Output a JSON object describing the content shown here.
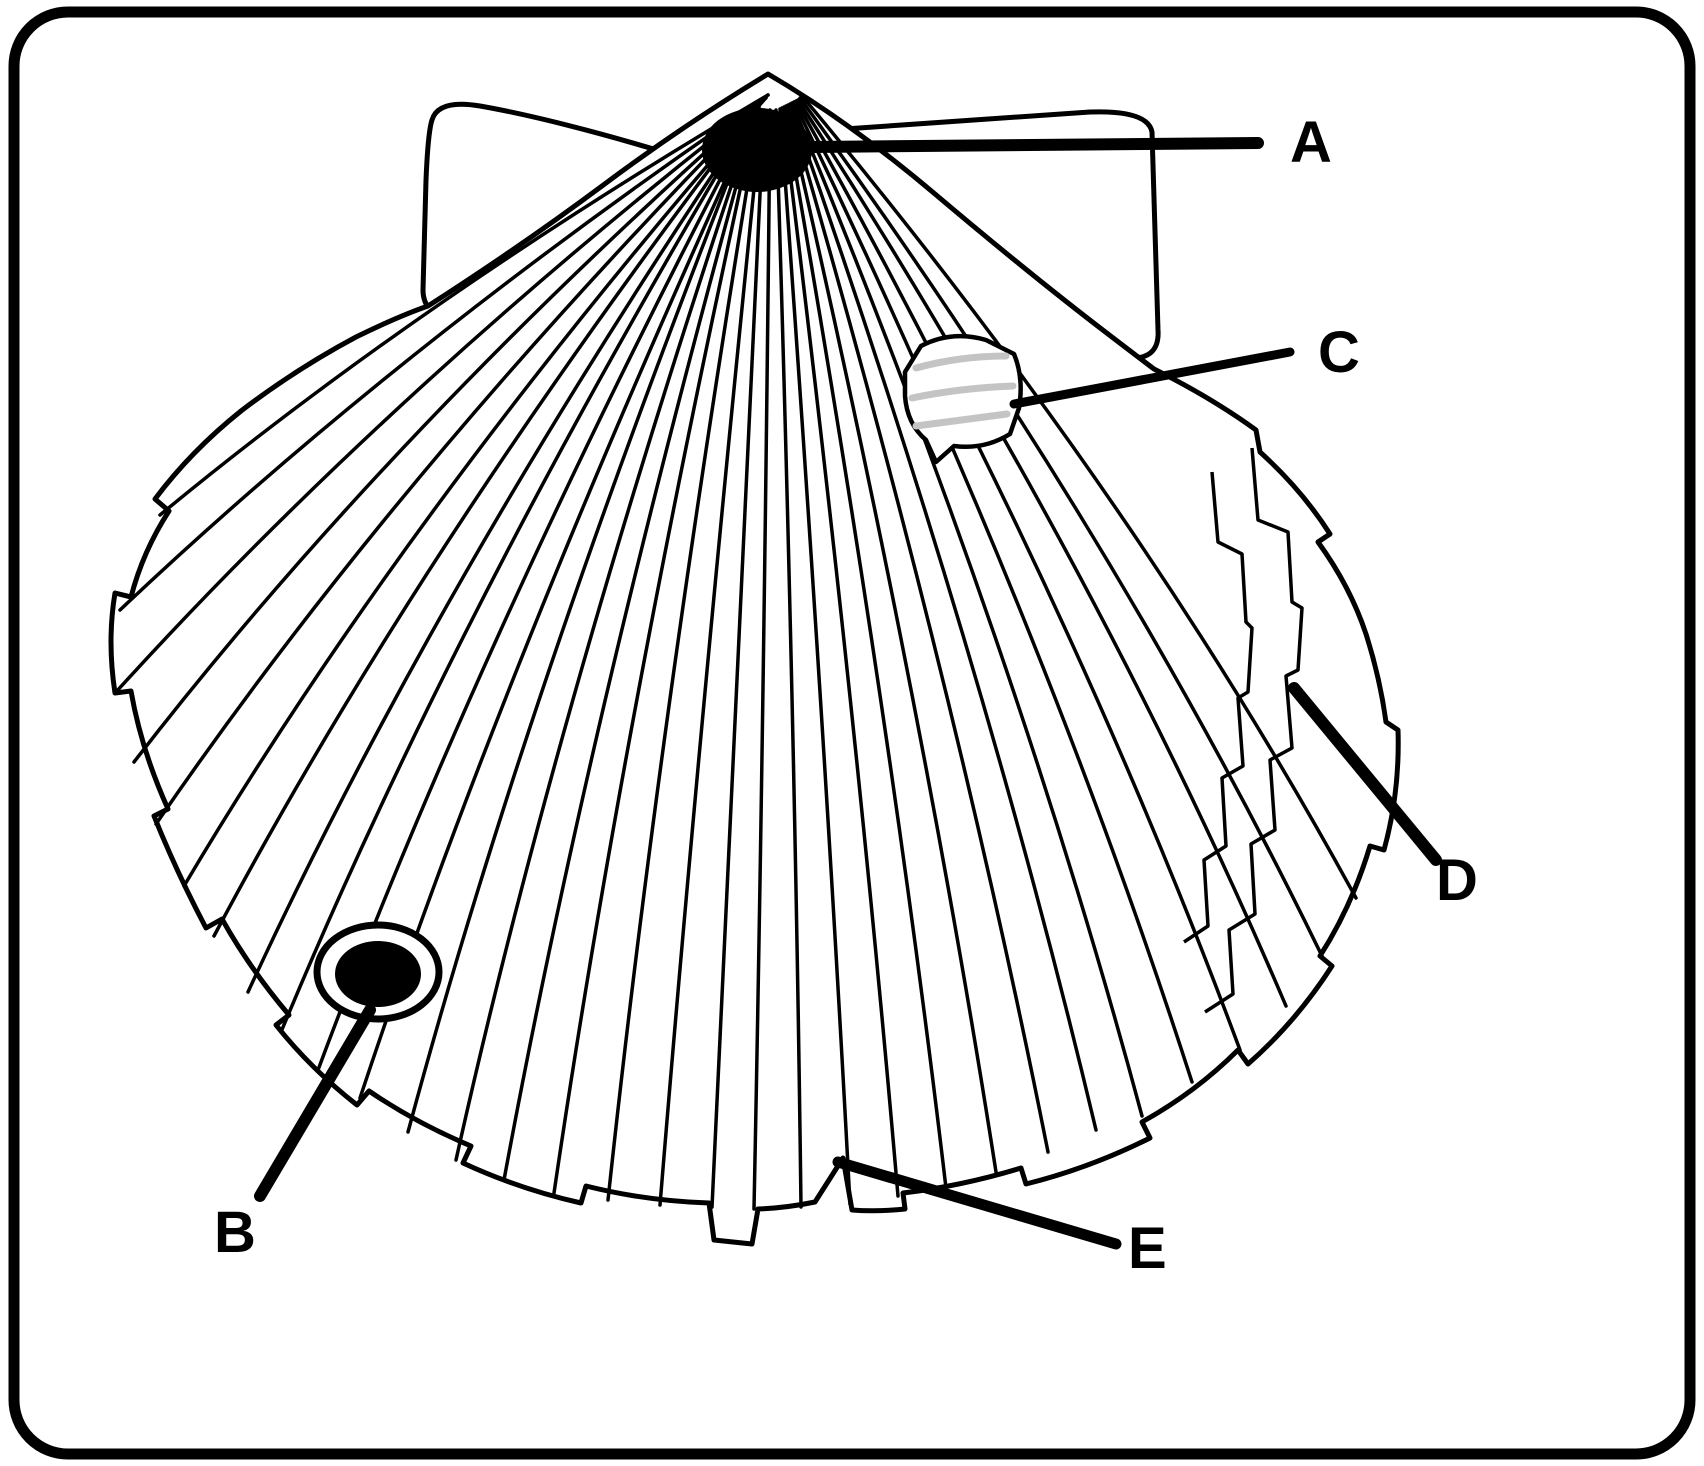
{
  "diagram": {
    "type": "labeled-line-illustration",
    "subject": "Scallop (pecten) shell exterior drawing with five lettered callouts",
    "labels": {
      "a": "A",
      "b": "B",
      "c": "C",
      "d": "D",
      "e": "E"
    }
  },
  "colors": {
    "ink": "#000000",
    "paper": "#ffffff",
    "streak": "#c4c4c4"
  }
}
